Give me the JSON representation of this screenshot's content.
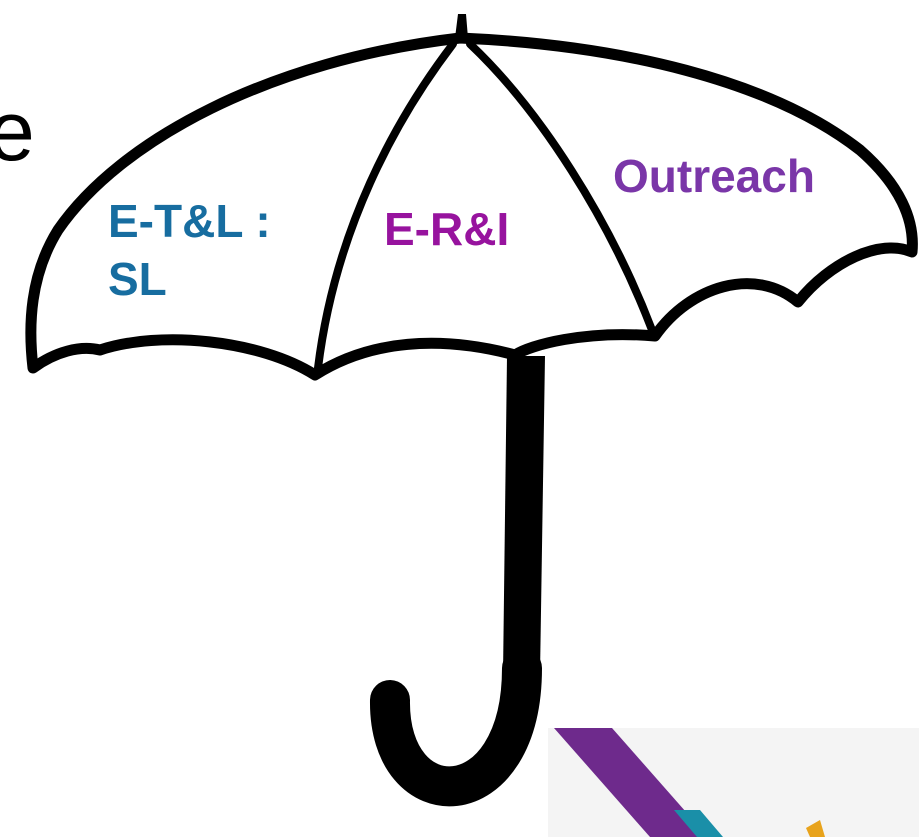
{
  "colors": {
    "background": "#ffffff",
    "umbrella_outline": "#000000",
    "canopy_fill": "#ffffff",
    "etl_label": "#176da0",
    "eri_label": "#97139e",
    "outreach_label": "#7a36a8",
    "logo_purple": "#6e2a8c",
    "logo_teal": "#1a8fa8",
    "logo_gold": "#e8a31c"
  },
  "edge_text": "e",
  "umbrella": {
    "panels": [
      {
        "id": "left",
        "lines": [
          "E-T&L :",
          "SL"
        ]
      },
      {
        "id": "middle",
        "lines": [
          "E-R&I"
        ]
      },
      {
        "id": "right",
        "lines": [
          "Outreach"
        ]
      }
    ]
  },
  "icons": {
    "umbrella": "umbrella-icon",
    "logo": "partial-logo-icon"
  }
}
